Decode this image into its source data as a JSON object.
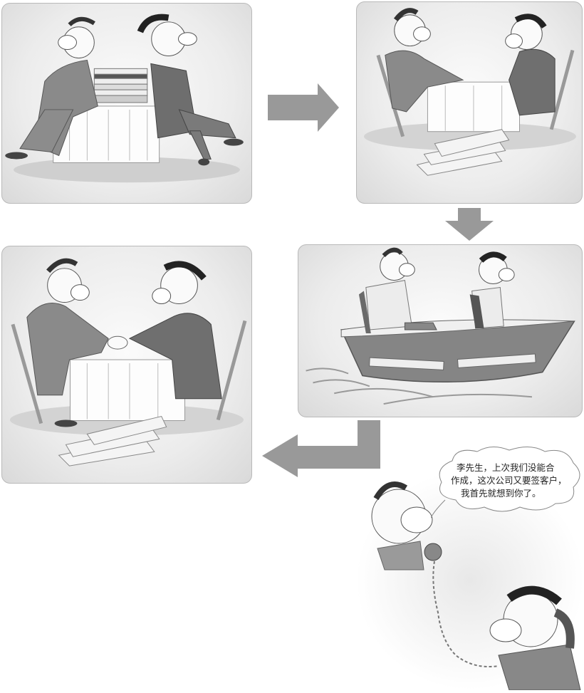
{
  "panels": [
    {
      "id": 1,
      "scene": "Two businessmen sitting back-to-back at a table with a stack of documents between them, angry and not cooperating"
    },
    {
      "id": 2,
      "scene": "Two businessmen seated at a table, looking unhappy, documents dropped on the floor"
    },
    {
      "id": 3,
      "scene": "Two men in life vests riding together in a boat, smiling"
    },
    {
      "id": 4,
      "scene": "Two businessmen shaking hands across a table, documents on floor"
    },
    {
      "id": 5,
      "scene": "Two men talking on the telephone, connected by coiled cord"
    }
  ],
  "arrows": [
    {
      "from": 1,
      "to": 2,
      "direction": "right",
      "color": "#999999"
    },
    {
      "from": 2,
      "to": 3,
      "direction": "down",
      "color": "#999999"
    },
    {
      "from": 3,
      "to": 4,
      "direction": "down-left",
      "color": "#999999"
    }
  ],
  "speech_bubble": {
    "lines": [
      "李先生，上次我们没能合",
      "作成，这次公司又要签客户，",
      "我首先就想到你了。"
    ]
  },
  "colors": {
    "panel_border": "#b9b9b9",
    "arrow": "#999999",
    "suit": "#8a8a8a",
    "background": "#ffffff"
  }
}
